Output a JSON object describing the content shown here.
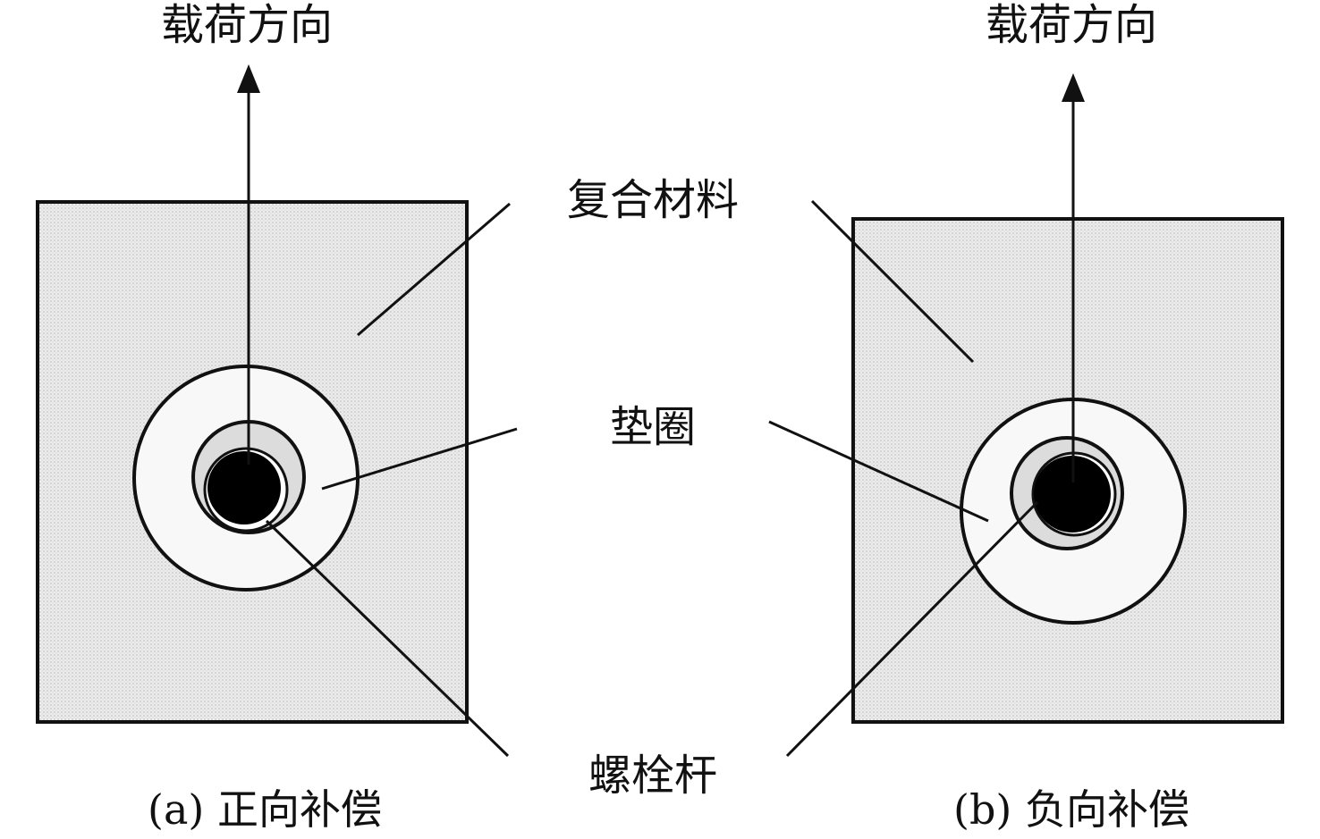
{
  "labels": {
    "load_direction_a": "载荷方向",
    "load_direction_b": "载荷方向",
    "composite": "复合材料",
    "washer": "垫圈",
    "bolt": "螺栓杆",
    "caption_a": "(a) 正向补偿",
    "caption_b": "(b) 负向补偿"
  },
  "colors": {
    "fill": "#e6e6e6",
    "line": "#111111",
    "bolt": "#000000"
  }
}
